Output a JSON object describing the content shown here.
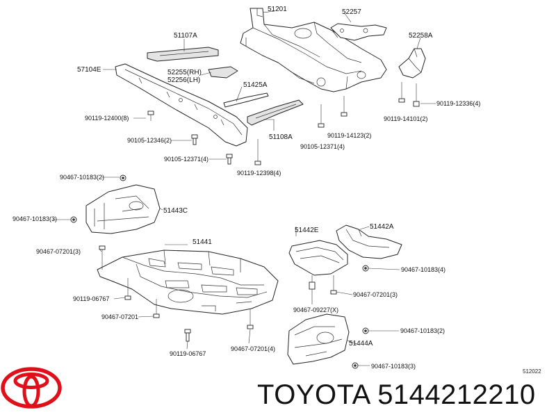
{
  "diagram_code": "512022",
  "brand": "TOYOTA",
  "part_number": "5144212210",
  "logo_color": "#e0101b",
  "labels": {
    "l51201": "51201",
    "l52257": "52257",
    "l51107A": "51107A",
    "l52258A": "52258A",
    "l57104E": "57104E",
    "l52255": "52255(RH)",
    "l52256": "52256(LH)",
    "l51425A": "51425A",
    "l12336": "90119-12336(4)",
    "l12400": "90119-12400(8)",
    "l14101": "90119-14101(2)",
    "l51108A": "51108A",
    "l14123": "90119-14123(2)",
    "l12346": "90105-12346(2)",
    "l12371a": "90105-12371(4)",
    "l12371b": "90105-12371(4)",
    "l12398": "90119-12398(4)",
    "l10183a": "90467-10183(2)",
    "l51443C": "51443C",
    "l10183b": "90467-10183(3)",
    "l51442E": "51442E",
    "l51442A": "51442A",
    "l51441": "51441",
    "l07201a": "90467-07201(3)",
    "l10183c": "90467-10183(4)",
    "l06767a": "90119-06767",
    "l07201b": "90467-07201(3)",
    "l07201c": "90467-07201",
    "l09227": "90467-09227(X)",
    "l10183d": "90467-10183(2)",
    "l51444A": "51444A",
    "l06767b": "90119-06767",
    "l07201d": "90467-07201(4)",
    "l10183e": "90467-10183(3)"
  }
}
